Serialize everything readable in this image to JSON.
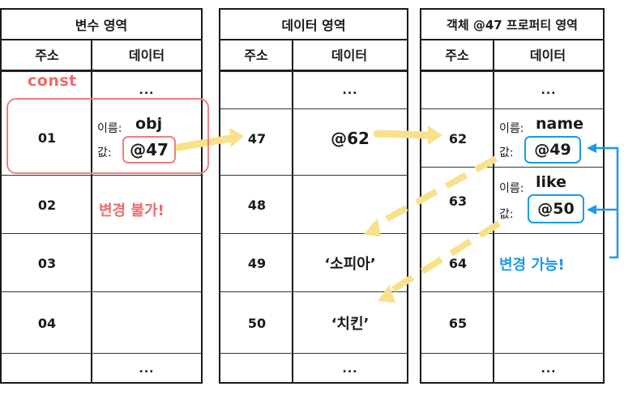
{
  "variable_area": {
    "title": "변수 영역",
    "col_address": "주소",
    "col_data": "데이터",
    "rows": [
      {
        "address": "",
        "data": "..."
      },
      {
        "address": "01",
        "data": ""
      },
      {
        "address": "02",
        "data": ""
      },
      {
        "address": "03",
        "data": ""
      },
      {
        "address": "04",
        "data": ""
      },
      {
        "address": "",
        "data": "..."
      }
    ],
    "const_label": "const",
    "name_label": "이름:",
    "name_value": "obj",
    "value_label": "값:",
    "value": "@47",
    "warning": "변경 불가!"
  },
  "data_area": {
    "title": "데이터 영역",
    "col_address": "주소",
    "col_data": "데이터",
    "rows": [
      {
        "address": "",
        "data": "..."
      },
      {
        "address": "47",
        "data": "@62"
      },
      {
        "address": "48",
        "data": ""
      },
      {
        "address": "49",
        "data": "‘소피아’"
      },
      {
        "address": "50",
        "data": "‘치킨’"
      },
      {
        "address": "",
        "data": "..."
      }
    ]
  },
  "object_area": {
    "title": "객체 @47 프로퍼티 영역",
    "col_address": "주소",
    "col_data": "데이터",
    "rows": [
      {
        "address": "",
        "data": "..."
      },
      {
        "address": "62",
        "data": ""
      },
      {
        "address": "63",
        "data": ""
      },
      {
        "address": "64",
        "data": ""
      },
      {
        "address": "65",
        "data": ""
      },
      {
        "address": "",
        "data": "..."
      }
    ],
    "prop1_name_label": "이름:",
    "prop1_name": "name",
    "prop1_value_label": "값:",
    "prop1_value": "@49",
    "prop2_name_label": "이름:",
    "prop2_name": "like",
    "prop2_value_label": "값:",
    "prop2_value": "@50",
    "warning": "변경 가능!"
  },
  "colors": {
    "red": "#f07f7f",
    "blue": "#1a9be6",
    "arrow_yellow": "#f9e08a"
  }
}
